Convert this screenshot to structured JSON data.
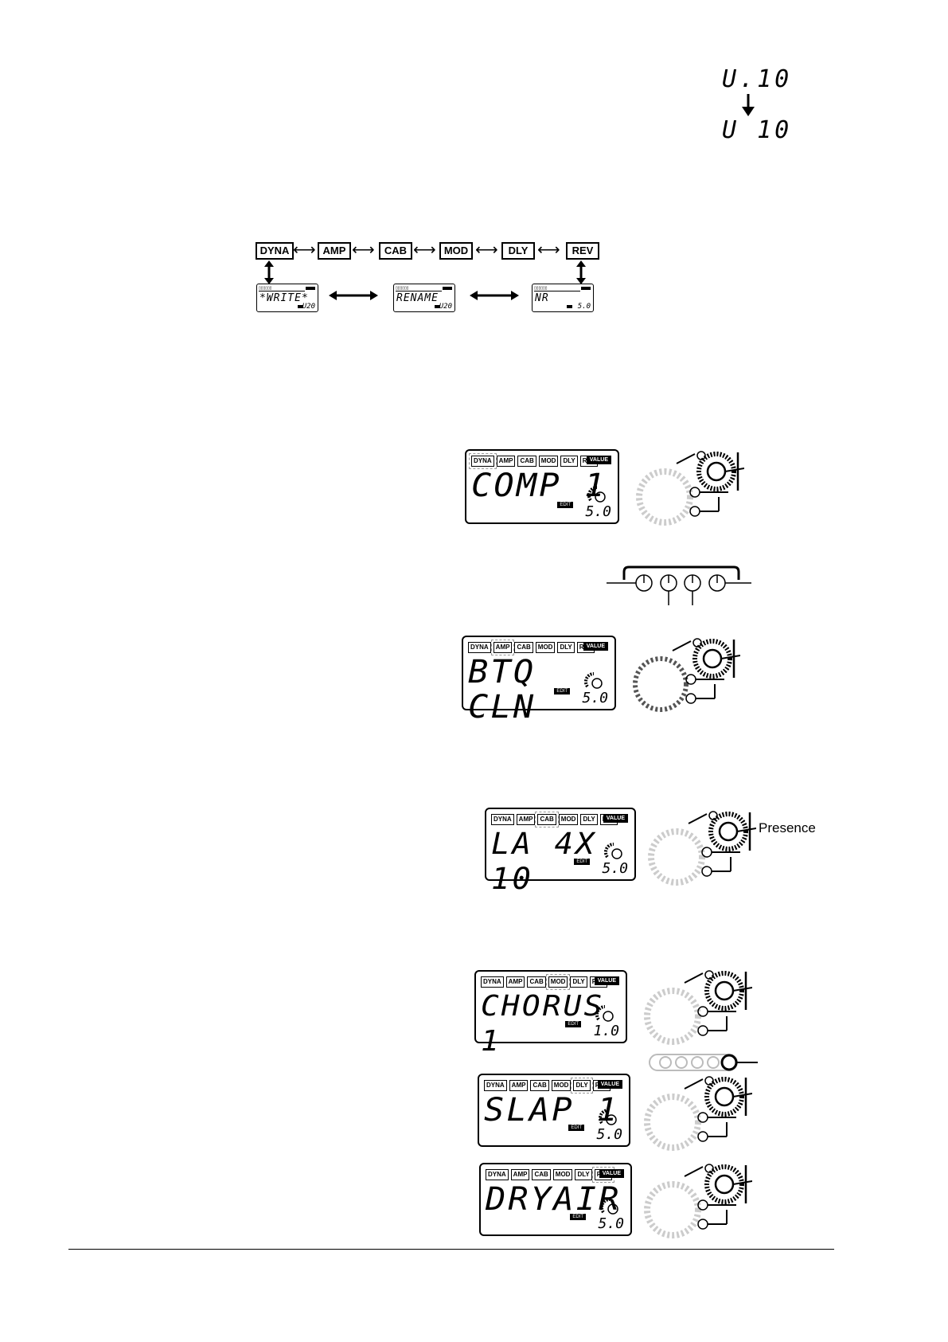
{
  "top_right": {
    "display_before": "U.10",
    "display_after": "U 10"
  },
  "flow": {
    "modules": [
      "DYNA",
      "AMP",
      "CAB",
      "MOD",
      "DLY",
      "REV"
    ],
    "screens": [
      {
        "text": "*WRITE*",
        "value": "U20"
      },
      {
        "text": "RENAME",
        "value": "U20"
      },
      {
        "text": "NR",
        "value": "5.0"
      }
    ]
  },
  "tab_labels": [
    "DYNA",
    "AMP",
    "CAB",
    "MOD",
    "DLY",
    "REV"
  ],
  "value_label": "VALUE",
  "edit_label": "EDIT",
  "panels": [
    {
      "active": "DYNA",
      "text": "COMP 1",
      "value": "5.0"
    },
    {
      "active": "AMP",
      "text": "BTQ CLN",
      "value": "5.0"
    },
    {
      "active": "CAB",
      "text": "LA 4X 10",
      "value": "5.0"
    },
    {
      "active": "MOD",
      "text": "CHORUS 1",
      "value": "1.0"
    },
    {
      "active": "DLY",
      "text": "SLAP 1",
      "value": "5.0"
    },
    {
      "active": "REV",
      "text": "DRYAIR",
      "value": "5.0"
    }
  ],
  "callout_presence": "Presence",
  "colors": {
    "ink": "#000000",
    "faded": "#bbbbbb"
  }
}
